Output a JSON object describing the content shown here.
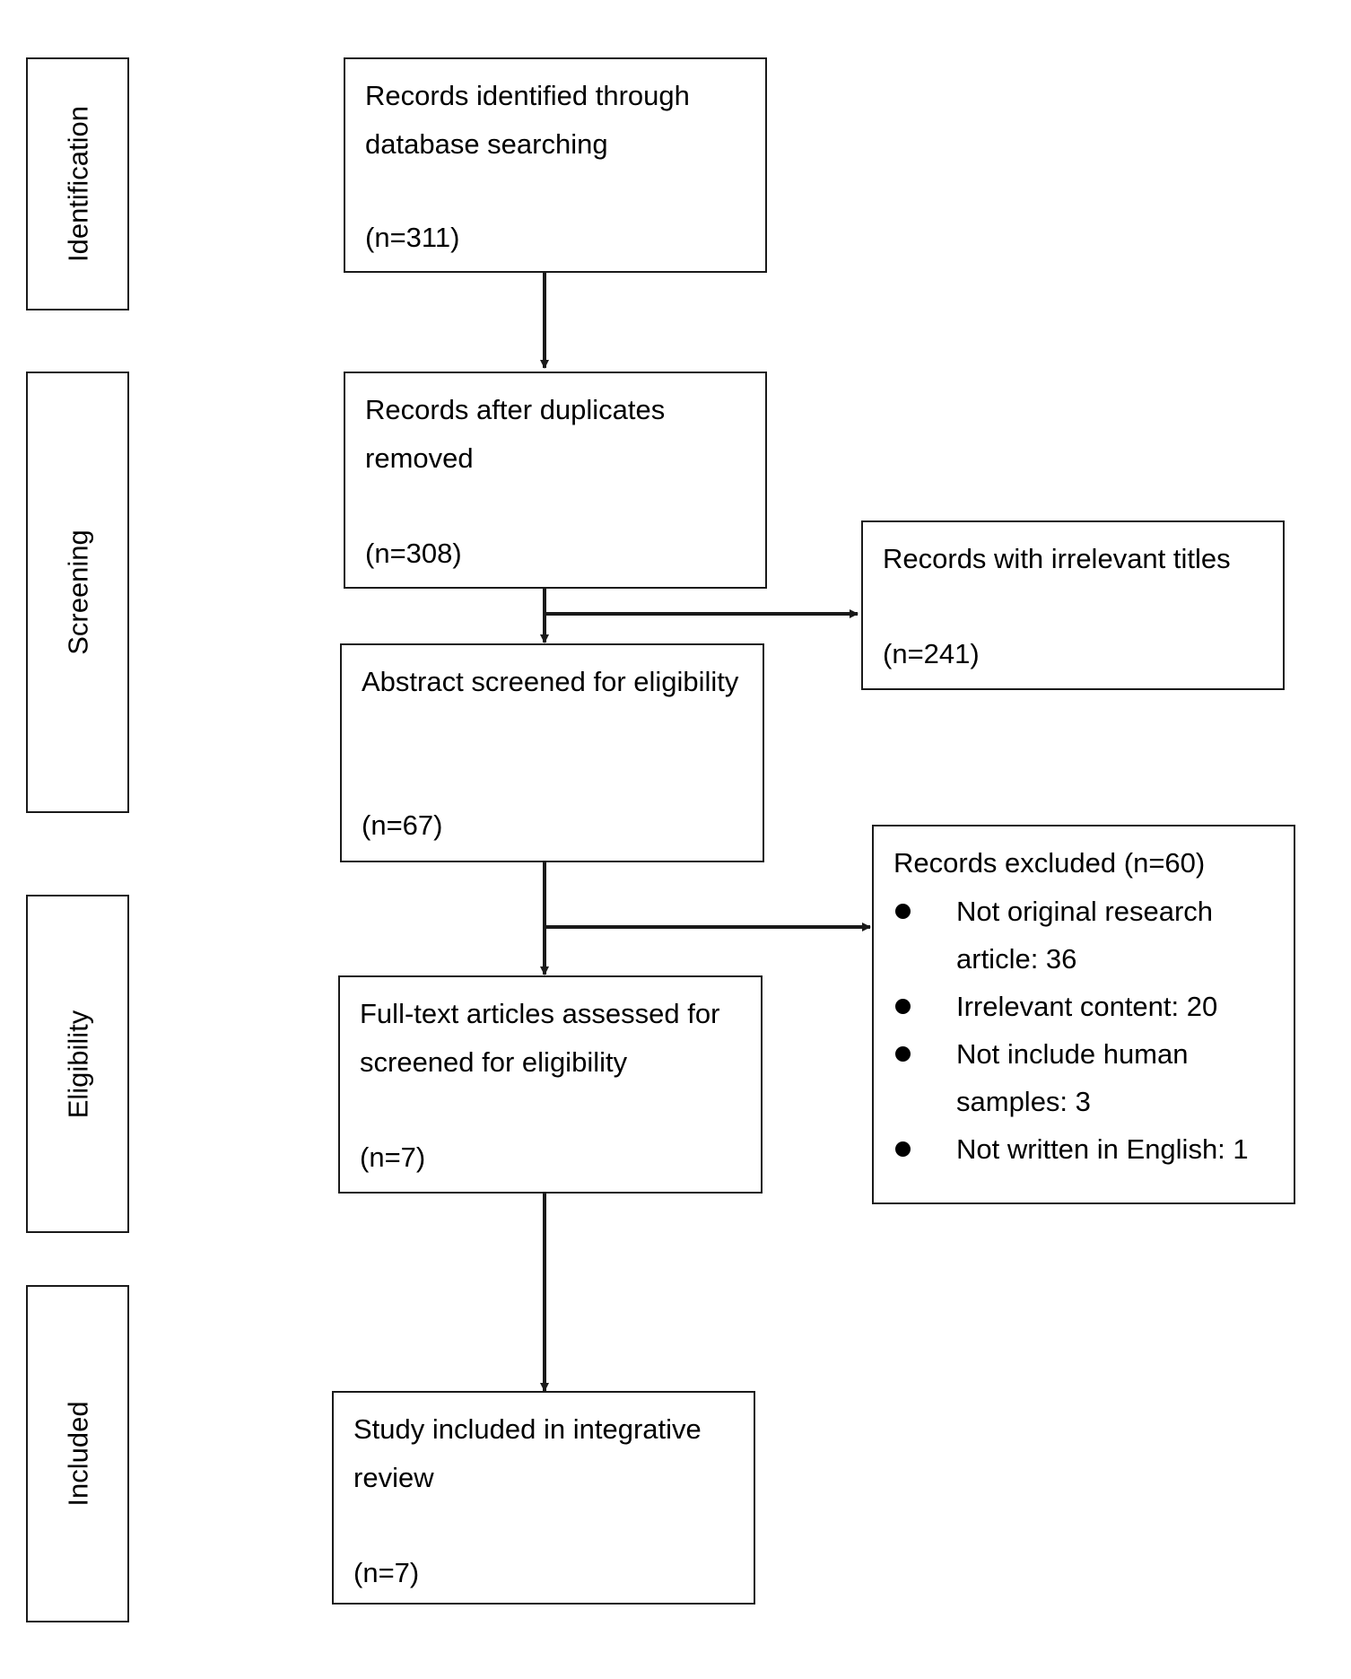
{
  "stages": {
    "identification": "Identification",
    "screening": "Screening",
    "eligibility": "Eligibility",
    "included": "Included"
  },
  "boxes": {
    "identified": {
      "text": "Records identified through database searching",
      "n": "(n=311)"
    },
    "deduplicated": {
      "text": "Records after duplicates removed",
      "n": "(n=308)"
    },
    "irrelevant_titles": {
      "text": "Records with irrelevant titles",
      "n": "(n=241)"
    },
    "abstract_screened": {
      "text": "Abstract screened for eligibility",
      "n": "(n=67)"
    },
    "excluded": {
      "title": "Records excluded (n=60)",
      "items": [
        "Not original research article: 36",
        "Irrelevant content: 20",
        "Not include human samples: 3",
        "Not written in English: 1"
      ]
    },
    "fulltext": {
      "text": "Full-text articles assessed for screened for eligibility",
      "n": "(n=7)"
    },
    "included": {
      "text": "Study included in integrative review",
      "n": "(n=7)"
    }
  },
  "colors": {
    "line": "#1a1a1a",
    "background": "#ffffff"
  }
}
